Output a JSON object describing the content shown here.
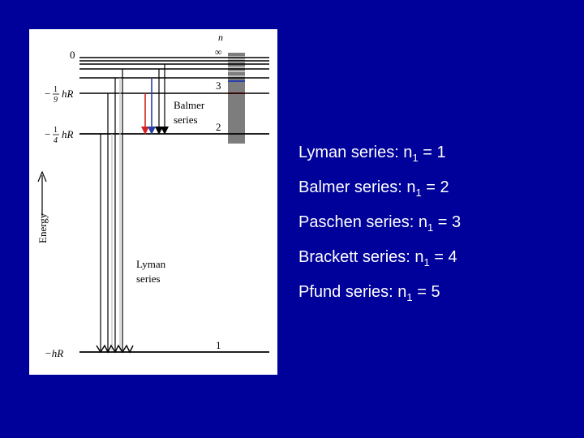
{
  "diagram": {
    "n_header": "n",
    "infinity_label": "∞",
    "energy_labels": {
      "zero": "0",
      "ninth": {
        "prefix": "−",
        "num": "1",
        "den": "9",
        "suffix": "hR"
      },
      "quarter": {
        "prefix": "−",
        "num": "1",
        "den": "4",
        "suffix": "hR"
      },
      "ground": "−hR"
    },
    "n_labels": {
      "n3": "3",
      "n2": "2",
      "n1": "1"
    },
    "balmer_label": [
      "Balmer",
      "series"
    ],
    "lyman_label": [
      "Lyman",
      "series"
    ],
    "axis_label": "Energy",
    "colors": {
      "red": "#d42020",
      "blue": "#2a3fa8",
      "band_gray": "#7d7d7d"
    }
  },
  "series_list": [
    {
      "name": "Lyman series: n",
      "sub": "1",
      "value": " = 1"
    },
    {
      "name": "Balmer series: n",
      "sub": "1",
      "value": " = 2"
    },
    {
      "name": "Paschen series: n",
      "sub": "1",
      "value": " = 3"
    },
    {
      "name": "Brackett series: n",
      "sub": "1",
      "value": " = 4"
    },
    {
      "name": "Pfund series: n",
      "sub": "1",
      "value": " = 5"
    }
  ]
}
